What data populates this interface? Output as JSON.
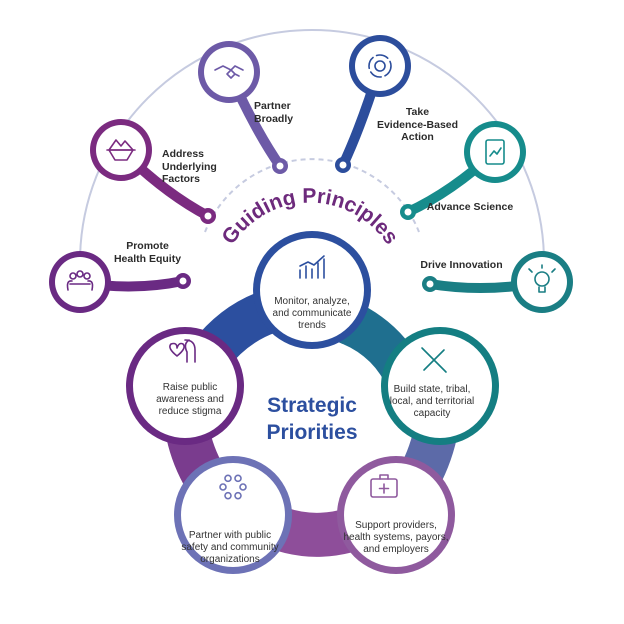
{
  "guiding_principles": {
    "title": "Guiding Principles",
    "color": "#6d2a7c",
    "items": [
      {
        "label": "Promote\nHealth Equity",
        "icon": "people-in-hands-icon",
        "color": "#6a2a83"
      },
      {
        "label": "Address\nUnderlying\nFactors",
        "icon": "iceberg-icon",
        "color": "#7b2b80"
      },
      {
        "label": "Partner\nBroadly",
        "icon": "handshake-icon",
        "color": "#6d5aa7"
      },
      {
        "label": "Take\nEvidence-Based\nAction",
        "icon": "gear-cycle-icon",
        "color": "#2c4d9c"
      },
      {
        "label": "Advance Science",
        "icon": "clipboard-chart-icon",
        "color": "#168c8c"
      },
      {
        "label": "Drive Innovation",
        "icon": "lightbulb-icon",
        "color": "#1a7e84"
      }
    ]
  },
  "strategic_priorities": {
    "title": "Strategic\nPriorities",
    "color": "#2c4f9f",
    "items": [
      {
        "label": "Monitor, analyze,\nand communicate\ntrends",
        "icon": "bar-chart-trend-icon",
        "color": "#2c4f9f"
      },
      {
        "label": "Build state, tribal,\nlocal, and territorial\ncapacity",
        "icon": "tools-icon",
        "color": "#147e82"
      },
      {
        "label": "Support providers,\nhealth systems, payors,\nand employers",
        "icon": "medical-kit-icon",
        "color": "#8f5a9e"
      },
      {
        "label": "Partner with public\nsafety and community\norganizations",
        "icon": "community-circle-icon",
        "color": "#6d72b6"
      },
      {
        "label": "Raise public\nawareness and\nreduce stigma",
        "icon": "heart-heads-icon",
        "color": "#6a2a83"
      }
    ]
  }
}
